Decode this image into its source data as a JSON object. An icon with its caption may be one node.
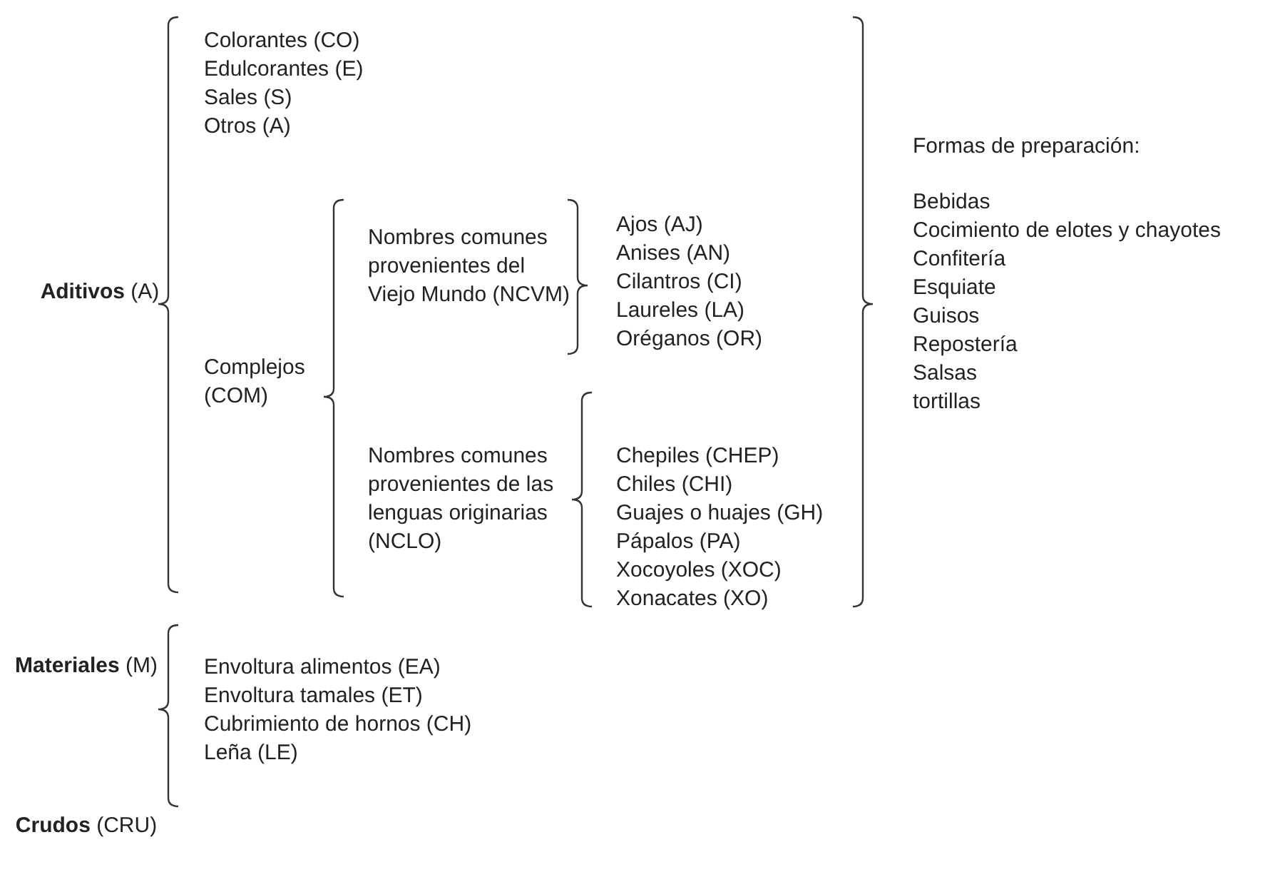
{
  "diagram": {
    "labels": [
      "**Aditivos** (A)",
      "Colorantes (CO)",
      "Edulcorantes (E)",
      "Sales (S)",
      "Otros (A)",
      "Complejos (COM)",
      "Nombres comunes provenientes del Viejo Mundo (NCVM)",
      "Ajos (AJ)",
      "Anises (AN)",
      "Cilantros (CI)",
      "Laureles (LA)",
      "Oréganos (OR)",
      "Nombres comunes provenientes de las lenguas originarias (NCLO)",
      "Chepiles (CHEP)",
      "Chiles (CHI)",
      "Guajes o huajes (GH)",
      "Pápalos (PA)",
      "Xocoyoles (XOC)",
      "Xonacates (XO)",
      "Formas de preparación:",
      "Bebidas",
      "Cocimiento de elotes y chayotes",
      "Confitería",
      "Esquiate",
      "Guisos",
      "Repostería",
      "Salsas",
      "tortillas",
      "**Materiales** (M)",
      "Envoltura alimentos (EA)",
      "Envoltura tamales (ET)",
      "Cubrimiento de hornos (CH)",
      "Leña (LE)",
      "**Crudos** (CRU)"
    ]
  }
}
